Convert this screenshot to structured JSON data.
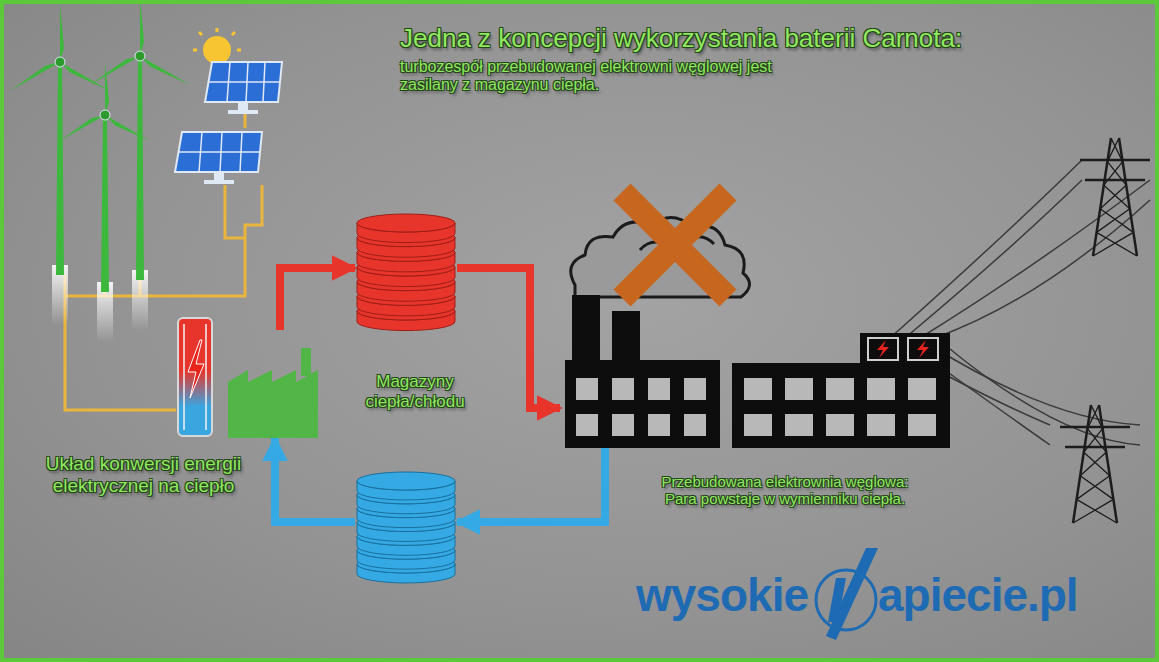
{
  "diagram": {
    "title": "Jedna z koncepcji wykorzystania baterii Carnota:",
    "nodes": [
      {
        "text": [
          "Układ konwersji energii elektrycznej na ciepło"
        ]
      },
      {
        "text": []
      },
      {
        "text": [
          "Przebudowana elektrownia węglowa: Para powstaje w wymienniku ciepła."
        ]
      },
      {
        "text": []
      }
    ],
    "edges": [
      {
        "from": 0,
        "to": 1,
        "arrow": "to"
      },
      {
        "from": 1,
        "to": 2,
        "arrow": "to"
      },
      {
        "from": 2,
        "to": 3,
        "arrow": "to"
      },
      {
        "from": 3,
        "to": 0,
        "arrow": "to"
      }
    ],
    "labels": [
      "turbozespół przebudowanej elektrowni węglowej jest zasilany z magazynu ciepła.",
      "Magazyny ciepła/chłodu",
      "wysokie",
      "apiecie.pl"
    ]
  }
}
